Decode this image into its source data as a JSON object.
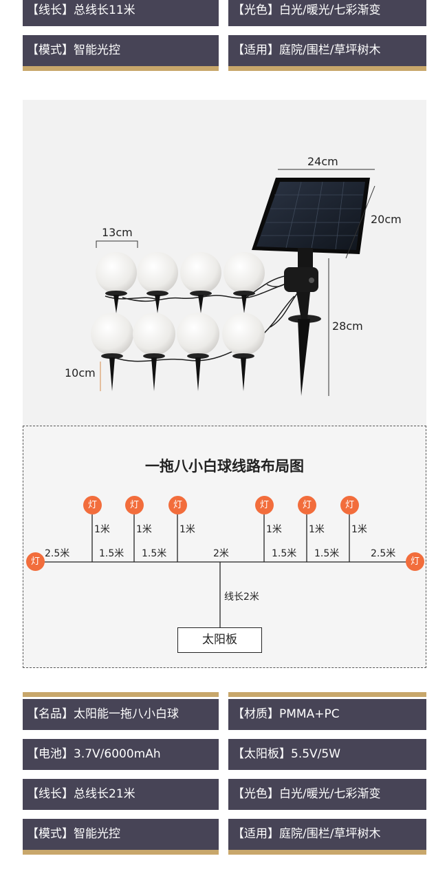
{
  "top_specs": [
    {
      "row": [
        {
          "label": "【线长】总线长11米"
        },
        {
          "label": "【光色】白光/暖光/七彩渐变"
        }
      ]
    },
    {
      "row": [
        {
          "label": "【模式】智能光控"
        },
        {
          "label": "【适用】庭院/围栏/草坪树木"
        }
      ]
    }
  ],
  "product_photo": {
    "dimensions": {
      "panel_width": "24cm",
      "panel_height": "20cm",
      "stake_height": "28cm",
      "ball_diameter": "13cm",
      "ball_stake": "10cm"
    }
  },
  "layout_diagram": {
    "title": "一拖八小白球线路布局图",
    "lamp_label": "灯",
    "drop_labels": [
      "1米",
      "1米",
      "1米",
      "1米",
      "1米",
      "1米"
    ],
    "segment_labels": [
      "2.5米",
      "1.5米",
      "1.5米",
      "2米",
      "1.5米",
      "1.5米",
      "2.5米"
    ],
    "feed_label": "线长2米",
    "solar_panel_label": "太阳板"
  },
  "bottom_specs": [
    {
      "row": [
        {
          "label": "【名品】太阳能一拖八小白球"
        },
        {
          "label": "【材质】PMMA+PC"
        }
      ]
    },
    {
      "row": [
        {
          "label": "【电池】3.7V/6000mAh"
        },
        {
          "label": "【太阳板】5.5V/5W"
        }
      ]
    },
    {
      "row": [
        {
          "label": "【线长】总线长21米"
        },
        {
          "label": "【光色】白光/暖光/七彩渐变"
        }
      ]
    },
    {
      "row": [
        {
          "label": "【模式】智能光控"
        },
        {
          "label": "【适用】庭院/围栏/草坪树木"
        }
      ]
    }
  ],
  "colors": {
    "spec_background": "#474456",
    "gold_accent": "#c8a76b",
    "lamp_orange": "#f26d3c"
  }
}
